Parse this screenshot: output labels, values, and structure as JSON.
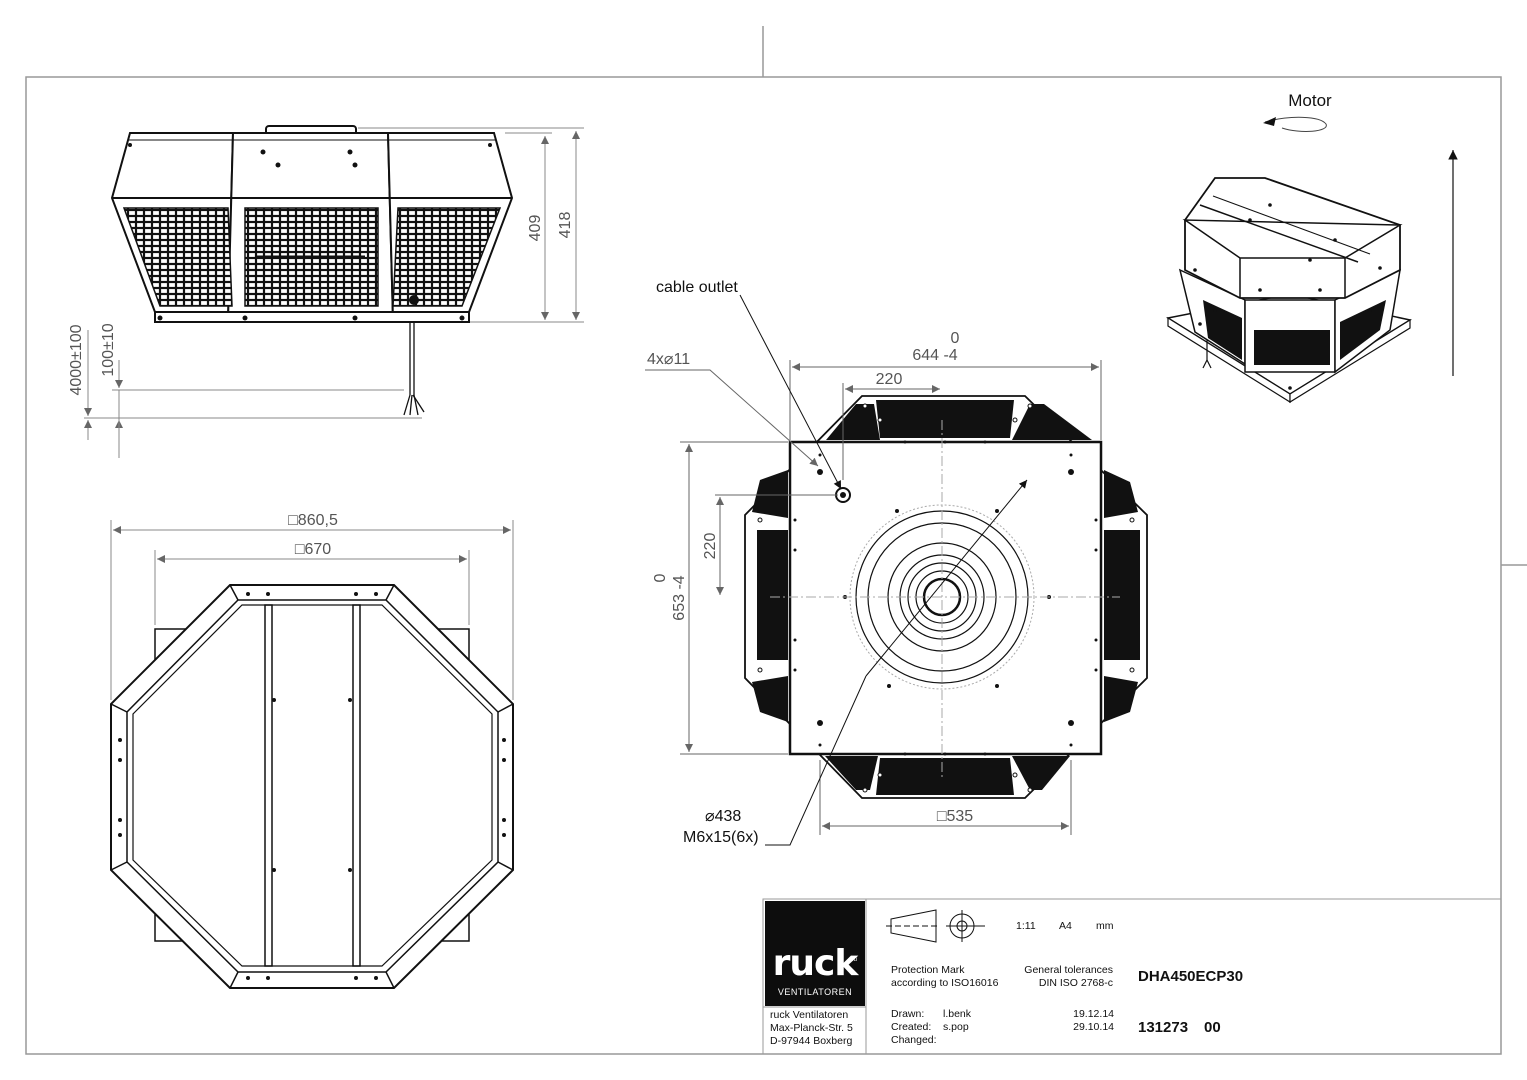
{
  "views": {
    "side": {
      "dim_height_outer": "418",
      "dim_height_inner": "409",
      "dim_cable_length": "4000±100",
      "dim_cable_strip": "100±10"
    },
    "top": {
      "dim_outer": "□860,5",
      "dim_inner": "□670"
    },
    "plan": {
      "cable_outlet_label": "cable outlet",
      "holes_label": "4x⌀11",
      "dim_width_tol": "0",
      "dim_width": "644 -4",
      "dim_220_top": "220",
      "dim_height_tol": "0",
      "dim_height": "653 -4",
      "dim_220_side": "220",
      "dim_diameter": "⌀438",
      "dim_screws": "M6x15(6x)",
      "dim_bottom": "□535"
    },
    "iso": {
      "motor_label": "Motor"
    }
  },
  "title_block": {
    "logo": {
      "word": "ruck",
      "eu": ".eu",
      "sub": "VENTILATOREN"
    },
    "address": [
      "ruck Ventilatoren",
      "Max-Planck-Str. 5",
      "D-97944 Boxberg"
    ],
    "scale": "1:11",
    "paper": "A4",
    "unit": "mm",
    "protection_mark": [
      "Protection Mark",
      "according to ISO16016"
    ],
    "tolerances": [
      "General tolerances",
      "DIN ISO 2768-c"
    ],
    "product": "DHA450ECP30",
    "drawn_label": "Drawn:",
    "drawn_by": "l.benk",
    "drawn_date": "19.12.14",
    "created_label": "Created:",
    "created_by": "s.pop",
    "created_date": "29.10.14",
    "changed_label": "Changed:",
    "drawing_number": "131273",
    "revision": "00"
  }
}
